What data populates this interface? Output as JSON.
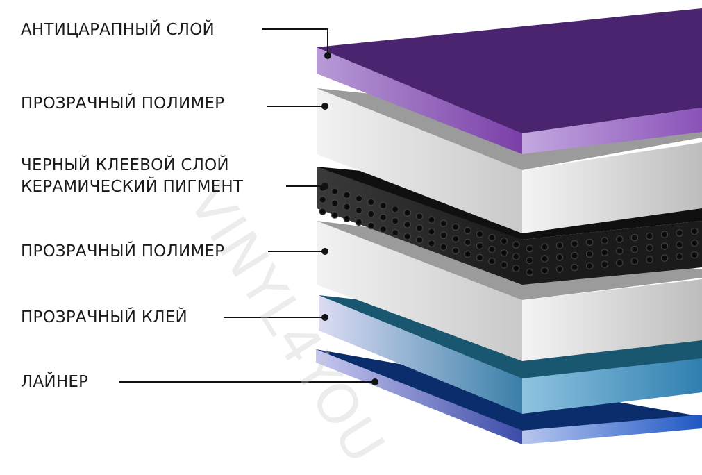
{
  "layers": [
    {
      "id": "anti-scratch",
      "label": "АНТИЦАРАПНЫЙ СЛОЙ"
    },
    {
      "id": "clear-polymer-1",
      "label": "ПРОЗРАЧНЫЙ ПОЛИМЕР"
    },
    {
      "id": "black-adhesive",
      "label": "ЧЕРНЫЙ КЛЕЕВОЙ СЛОЙ",
      "label2": "КЕРАМИЧЕСКИЙ ПИГМЕНТ"
    },
    {
      "id": "clear-polymer-2",
      "label": "ПРОЗРАЧНЫЙ ПОЛИМЕР"
    },
    {
      "id": "clear-adhesive",
      "label": "ПРОЗРАЧНЫЙ КЛЕЙ"
    },
    {
      "id": "liner",
      "label": "ЛАЙНЕР"
    }
  ],
  "watermark": "VINYL4YOU",
  "colors": {
    "anti_scratch_top": "#4a2470",
    "polymer_top": "#9a9a9a",
    "black_top": "#111111",
    "clear_adhesive_top": "#16506a",
    "liner_top": "#0a2a66",
    "pointer": "#111111"
  }
}
